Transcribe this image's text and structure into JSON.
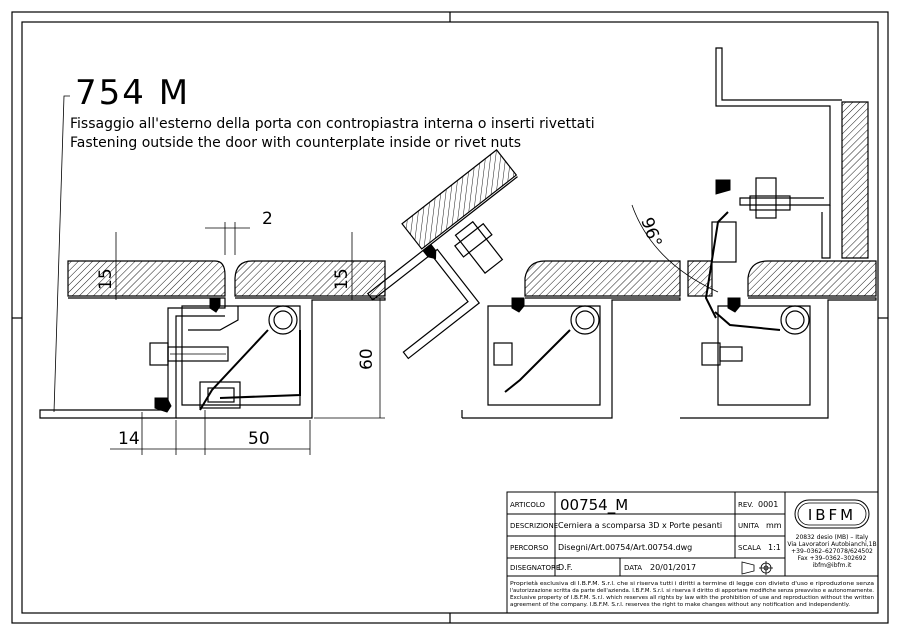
{
  "drawing": {
    "code": "754 M",
    "title_it": "Fissaggio all'esterno della porta con contropiastra interna o inserti rivettati",
    "title_en": "Fastening outside the door with counterplate inside or rivet nuts",
    "dimensions": {
      "gap": "2",
      "thickness_left": "15",
      "thickness_right": "15",
      "height": "60",
      "offset": "14",
      "depth": "50",
      "angle": "96°"
    }
  },
  "title_block": {
    "articolo_label": "ARTICOLO",
    "articolo_value": "00754_M",
    "rev_label": "REV.",
    "rev_value": "0001",
    "descrizione_label": "DESCRIZIONE",
    "descrizione_value": "Cerniera a scomparsa 3D x Porte pesanti",
    "unita_label": "UNITA",
    "unita_value": "mm",
    "percorso_label": "PERCORSO",
    "percorso_value": "Disegni/Art.00754/Art.00754.dwg",
    "scala_label": "SCALA",
    "scala_value": "1:1",
    "disegnatore_label": "DISEGNATORE",
    "disegnatore_value": "D.F.",
    "data_label": "DATA",
    "data_value": "20/01/2017",
    "company_logo": "IBFM",
    "address_1": "20832 desio (MB) – Italy",
    "address_2": "Via Lavoratori Autobianchi,1B",
    "phone": "+39–0362–627078/624502",
    "fax": "Fax +39–0362–302692",
    "email": "ibfm@ibfm.it",
    "notice_it_1": "Proprietà esclusiva di I.B.F.M. S.r.l. che si riserva tutti i diritti a termine di legge con divieto d'uso e riproduzione senza",
    "notice_it_2": "l'autorizzazione scritta da parte dell'azienda. I.B.F.M. S.r.l. si riserva il diritto di apportare modifiche senza preavviso e autonomamente.",
    "notice_en_1": "Exclusive property of I.B.F.M. S.r.l. which reserves all rights by law with the prohibition of use and reproduction without the written",
    "notice_en_2": "agreement of the company. I.B.F.M. S.r.l. reserves the right to make changes without any notification and independently."
  }
}
